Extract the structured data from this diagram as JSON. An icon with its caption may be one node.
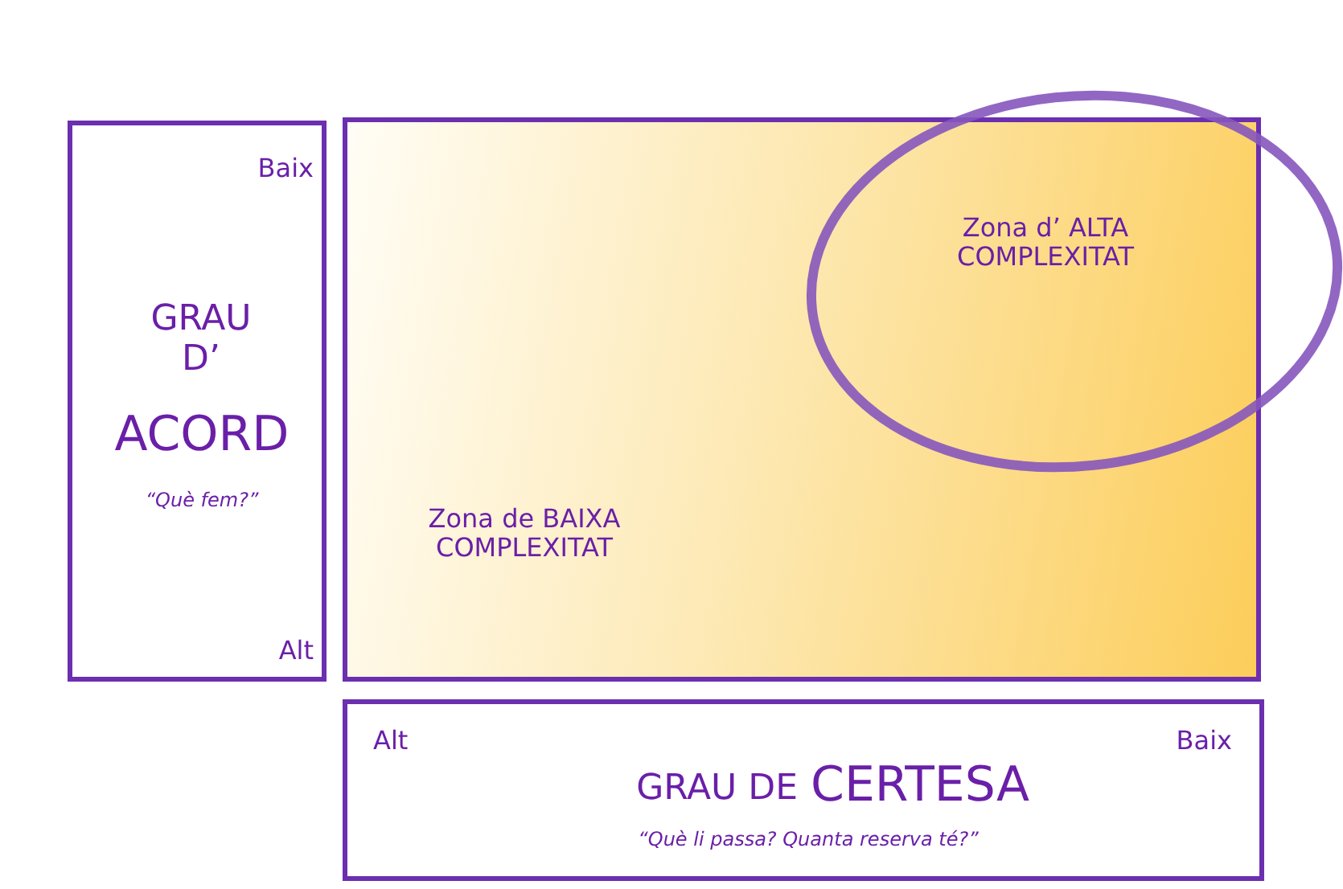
{
  "diagram": {
    "nodes": [
      {
        "text": [
          "Baix",
          "GRAU D’",
          "ACORD",
          "“Què fem?”",
          "Alt"
        ]
      },
      {
        "text": [
          "Zona de BAIXA COMPLEXITAT"
        ]
      },
      {
        "text": [
          "Zona d’ ALTA COMPLEXITAT"
        ]
      },
      {
        "text": [
          "Alt",
          "Baix",
          "GRAU DE",
          "CERTESA",
          "“Què li passa? Quanta reserva té?”"
        ]
      }
    ],
    "edges": []
  }
}
